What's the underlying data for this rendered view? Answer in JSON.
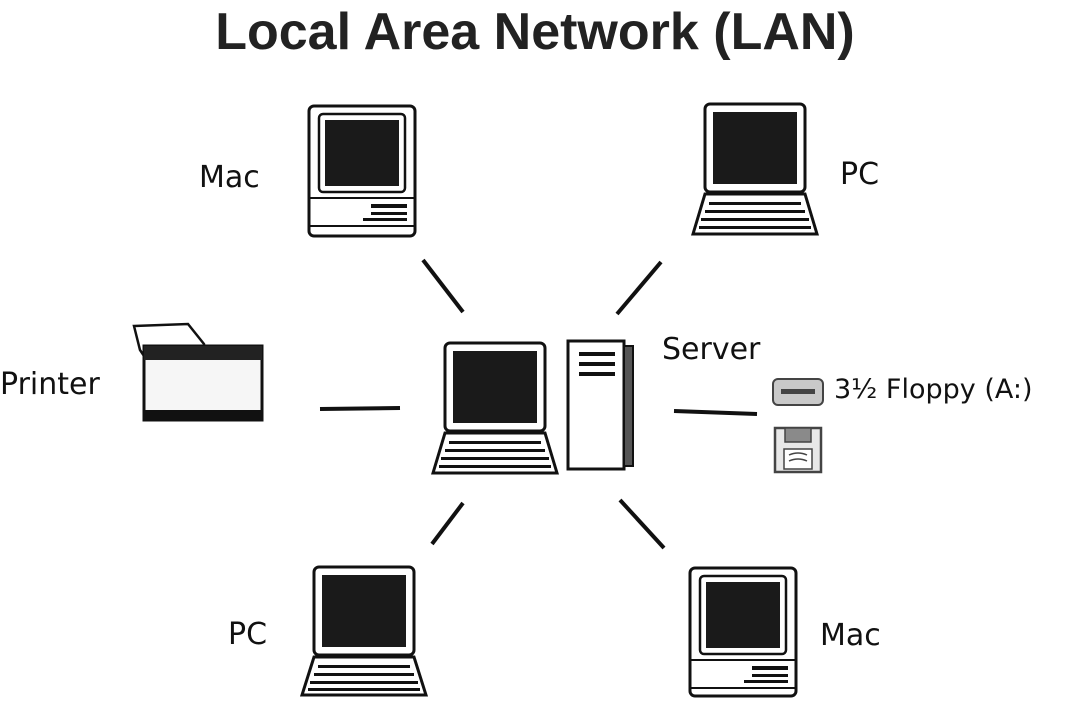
{
  "title": "Local Area Network (LAN)",
  "nodes": {
    "mac_top": {
      "label": "Mac"
    },
    "pc_top": {
      "label": "PC"
    },
    "printer": {
      "label": "Printer"
    },
    "server": {
      "label": "Server"
    },
    "floppy": {
      "label": "3½ Floppy (A:)"
    },
    "pc_bottom": {
      "label": "PC"
    },
    "mac_bottom": {
      "label": "Mac"
    }
  },
  "icons": {
    "mac": "mac-computer-icon",
    "pc": "laptop-pc-icon",
    "printer": "printer-icon",
    "server": "server-tower-icon",
    "floppy_drive": "floppy-drive-icon",
    "floppy_disk": "floppy-disk-icon"
  },
  "colors": {
    "ink": "#111111",
    "screen": "#1a1a1a"
  }
}
